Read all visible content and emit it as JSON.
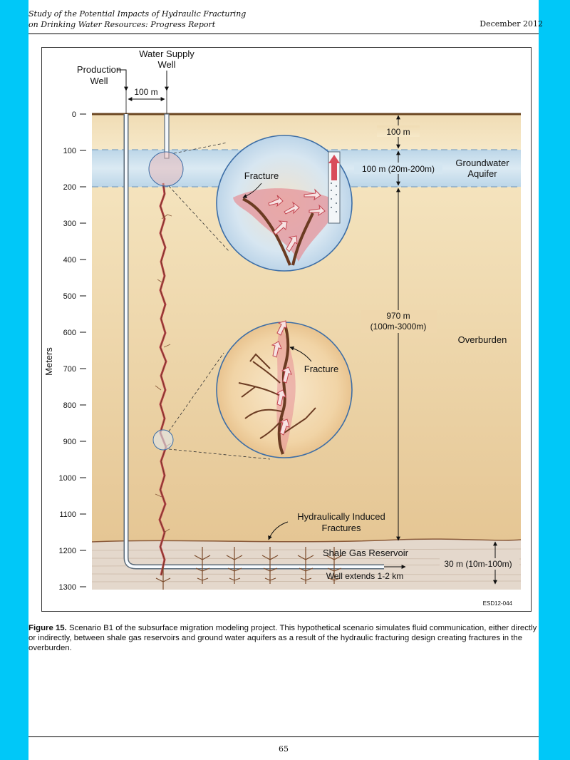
{
  "header": {
    "title_line1": "Study of the Potential Impacts of Hydraulic Fracturing",
    "title_line2": "on Drinking Water Resources: Progress Report",
    "date": "December 2012"
  },
  "figure": {
    "labels": {
      "production_well": [
        "Production",
        "Well"
      ],
      "water_supply_well": [
        "Water Supply",
        "Well"
      ],
      "well_spacing": "100 m",
      "depth_axis": "Meters",
      "dim_top": "100 m",
      "dim_aquifer": "100 m (20m-200m)",
      "groundwater_aquifer": [
        "Groundwater",
        "Aquifer"
      ],
      "fracture_upper": "Fracture",
      "dim_overburden": [
        "970 m",
        "(100m-3000m)"
      ],
      "overburden": "Overburden",
      "fracture_lower": "Fracture",
      "induced_fractures": [
        "Hydraulically Induced",
        "Fractures"
      ],
      "shale_reservoir": "Shale Gas Reservoir",
      "dim_reservoir": "30 m (10m-100m)",
      "well_extends": "Well extends 1-2 km",
      "code": "ESD12-044"
    },
    "depth_ticks": [
      "0",
      "100",
      "200",
      "300",
      "400",
      "500",
      "600",
      "700",
      "800",
      "900",
      "1000",
      "1100",
      "1200",
      "1300"
    ]
  },
  "caption": {
    "label": "Figure 15.",
    "text": " Scenario B1 of the subsurface migration modeling project. This hypothetical scenario simulates fluid communication, either directly or indirectly, between shale gas reservoirs and ground water aquifers as a result of the hydraulic fracturing design creating fractures in the overburden."
  },
  "page_number": "65",
  "colors": {
    "frame": "#00c8f8",
    "aquifer": "#cfe2ee",
    "overburden": "#f2dcb0",
    "reservoir": "#e3d7cc",
    "fracture": "#7a4a2a",
    "fluid": "#d94c5a"
  }
}
